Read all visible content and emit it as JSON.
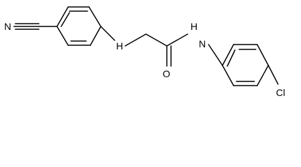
{
  "molecule": {
    "atoms": {
      "nitrile_n": "N",
      "amine": "H",
      "carbonyl_o": "O",
      "amide": "H",
      "amide_n": "N",
      "chlorine": "Cl"
    }
  }
}
